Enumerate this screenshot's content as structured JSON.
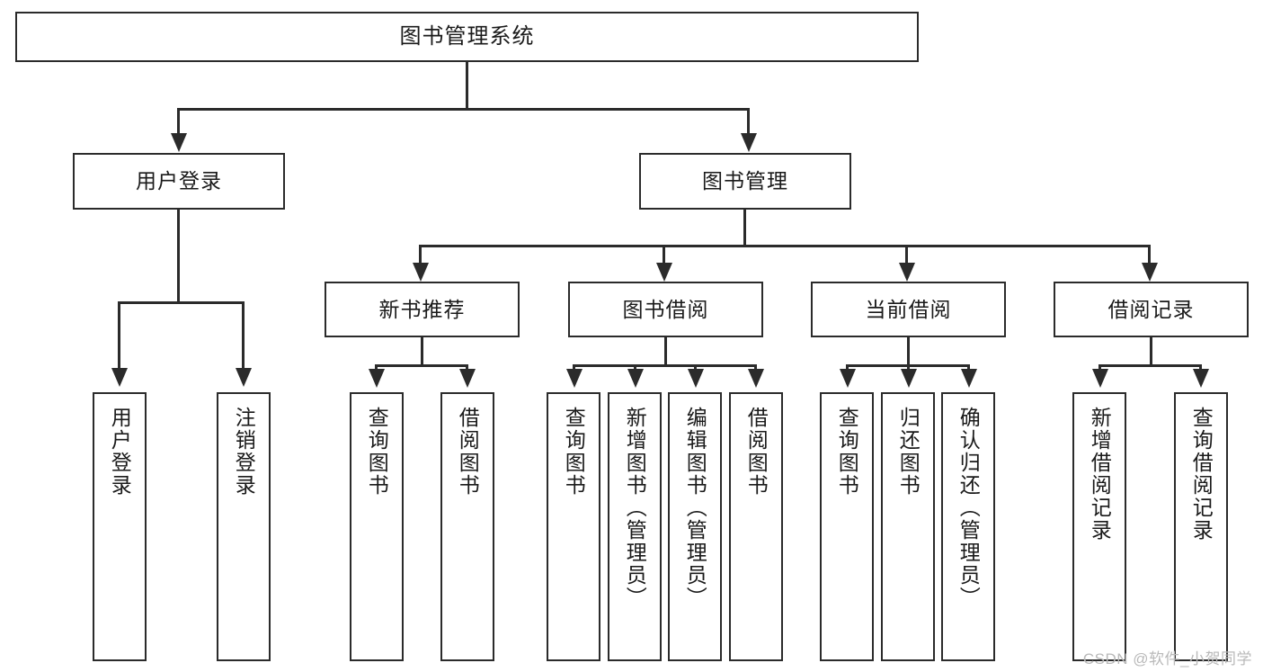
{
  "diagram": {
    "title": "图书管理系统",
    "type": "tree",
    "levels": 4,
    "nodes": {
      "root": {
        "label": "图书管理系统"
      },
      "level2": [
        {
          "label": "用户登录"
        },
        {
          "label": "图书管理"
        }
      ],
      "level3": [
        {
          "label": "新书推荐"
        },
        {
          "label": "图书借阅"
        },
        {
          "label": "当前借阅"
        },
        {
          "label": "借阅记录"
        }
      ],
      "leaves_user_login": [
        {
          "label": "用户登录"
        },
        {
          "label": "注销登录"
        }
      ],
      "leaves_new_book": [
        {
          "label": "查询图书"
        },
        {
          "label": "借阅图书"
        }
      ],
      "leaves_borrow": [
        {
          "label": "查询图书"
        },
        {
          "label": "新增图书（管理员）"
        },
        {
          "label": "编辑图书（管理员）"
        },
        {
          "label": "借阅图书"
        }
      ],
      "leaves_current": [
        {
          "label": "查询图书"
        },
        {
          "label": "归还图书"
        },
        {
          "label": "确认归还（管理员）"
        }
      ],
      "leaves_record": [
        {
          "label": "新增借阅记录"
        },
        {
          "label": "查询借阅记录"
        }
      ]
    }
  },
  "watermark": {
    "text": "CSDN @软件_小贺同学"
  },
  "colors": {
    "border": "#2b2b2b",
    "background": "#ffffff",
    "text": "#1a1a1a",
    "watermark": "#b9b9b9"
  }
}
